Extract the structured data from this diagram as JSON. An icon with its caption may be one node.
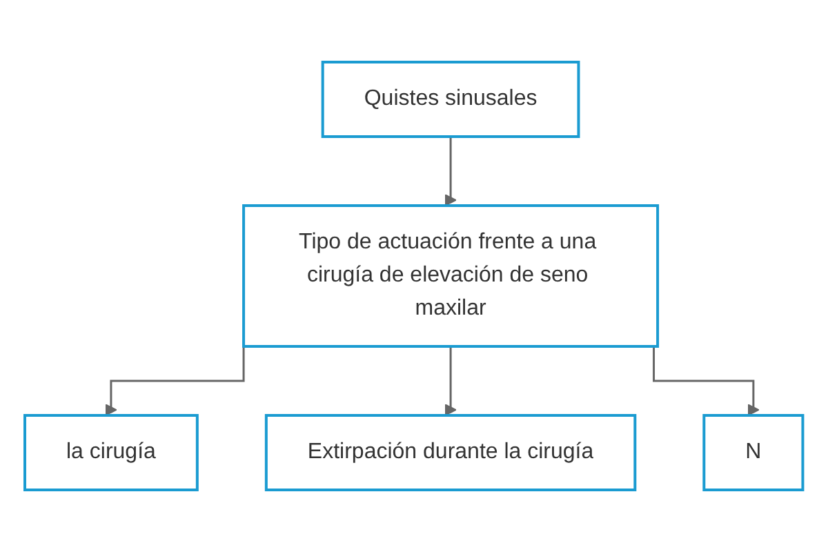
{
  "diagram": {
    "nodes": [
      {
        "text": [
          "Quistes sinusales"
        ]
      },
      {
        "text": [
          "Tipo de actuación frente a una cirugía de elevación de seno maxilar"
        ]
      },
      {
        "text": [
          "la cirugía"
        ]
      },
      {
        "text": [
          "Extirpación durante la cirugía"
        ]
      },
      {
        "text": [
          "N"
        ]
      }
    ],
    "edges": [
      {
        "from": 0,
        "to": 1,
        "arrow": "to"
      },
      {
        "from": 1,
        "to": 2,
        "arrow": "to"
      },
      {
        "from": 1,
        "to": 3,
        "arrow": "to"
      },
      {
        "from": 1,
        "to": 4,
        "arrow": "to"
      }
    ]
  }
}
